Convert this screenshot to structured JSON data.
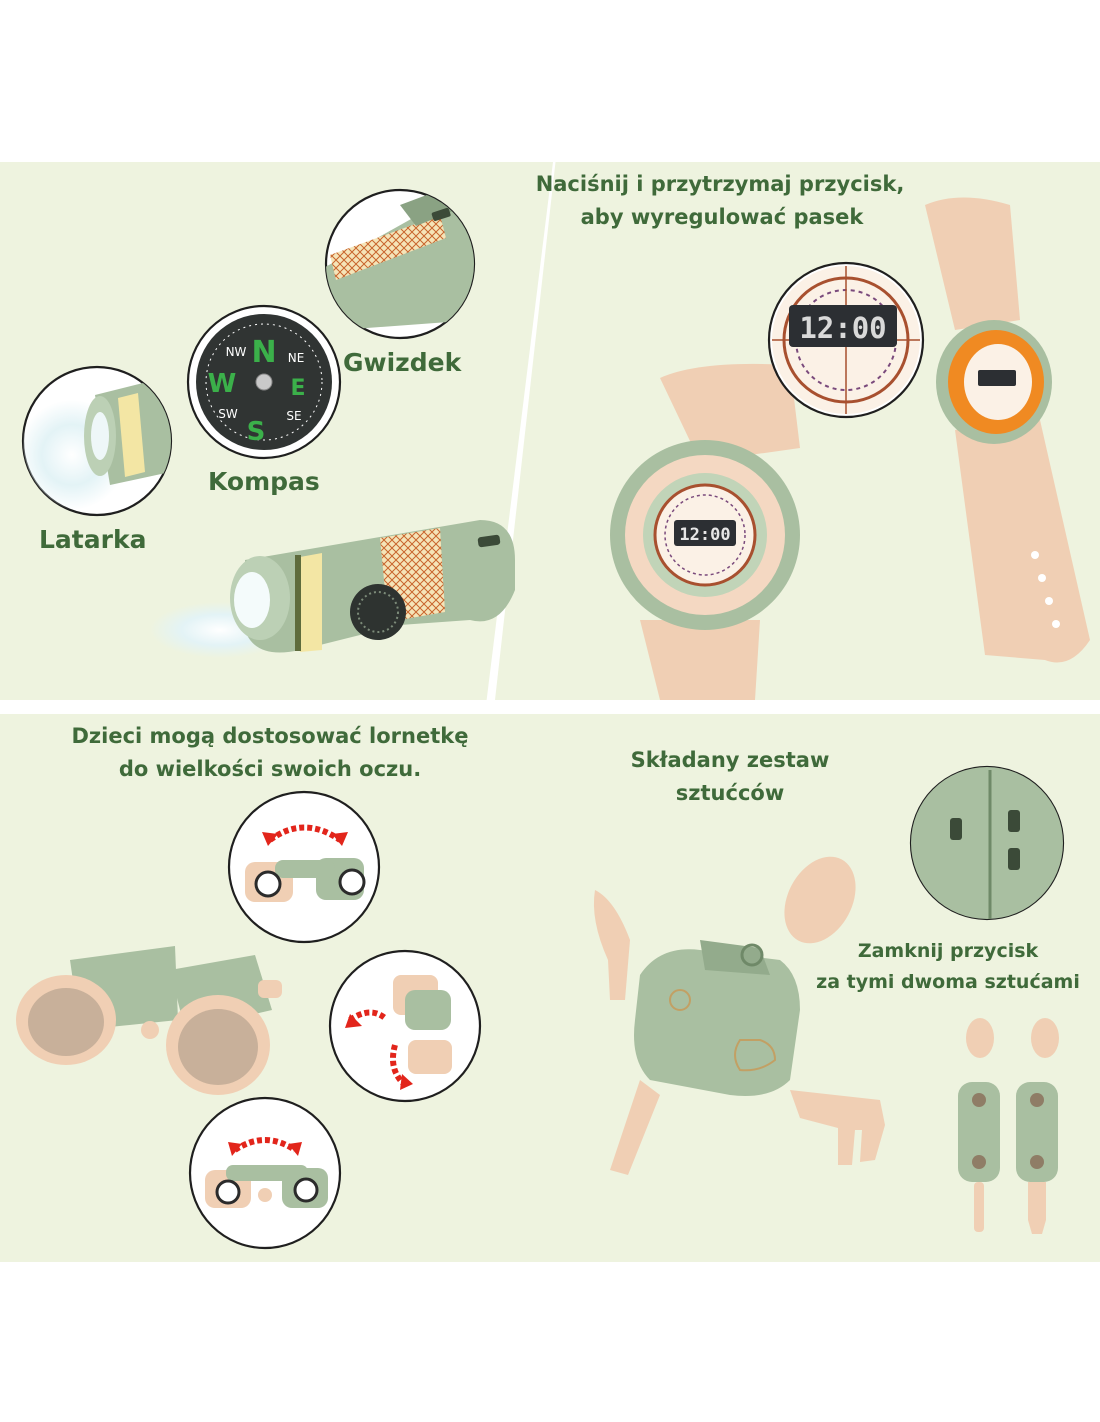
{
  "labels": {
    "whistle": "Gwizdek",
    "compass": "Kompas",
    "flashlight": "Latarka",
    "strap_line1": "Naciśnij i przytrzymaj przycisk,",
    "strap_line2": "aby wyregulować pasek",
    "binoculars_line1": "Dzieci mogą dostosować lornetkę",
    "binoculars_line2": "do wielkości swoich oczu.",
    "cutlery_line1": "Składany zestaw",
    "cutlery_line2": "sztućców",
    "lock_line1": "Zamknij przycisk",
    "lock_line2": "za tymi dwoma sztućami"
  },
  "watch_display": "12:00",
  "compass_letters": {
    "n": "N",
    "ne": "NE",
    "e": "E",
    "se": "SE",
    "s": "S",
    "sw": "SW",
    "w": "W",
    "nw": "NW"
  },
  "colors": {
    "panel_bg": "#eef3df",
    "text_green": "#3f6a3a",
    "product_green": "#a9bfa1",
    "product_beige": "#f0cfb4",
    "accent_orange": "#f08a22",
    "arrow_red": "#e2251b"
  }
}
